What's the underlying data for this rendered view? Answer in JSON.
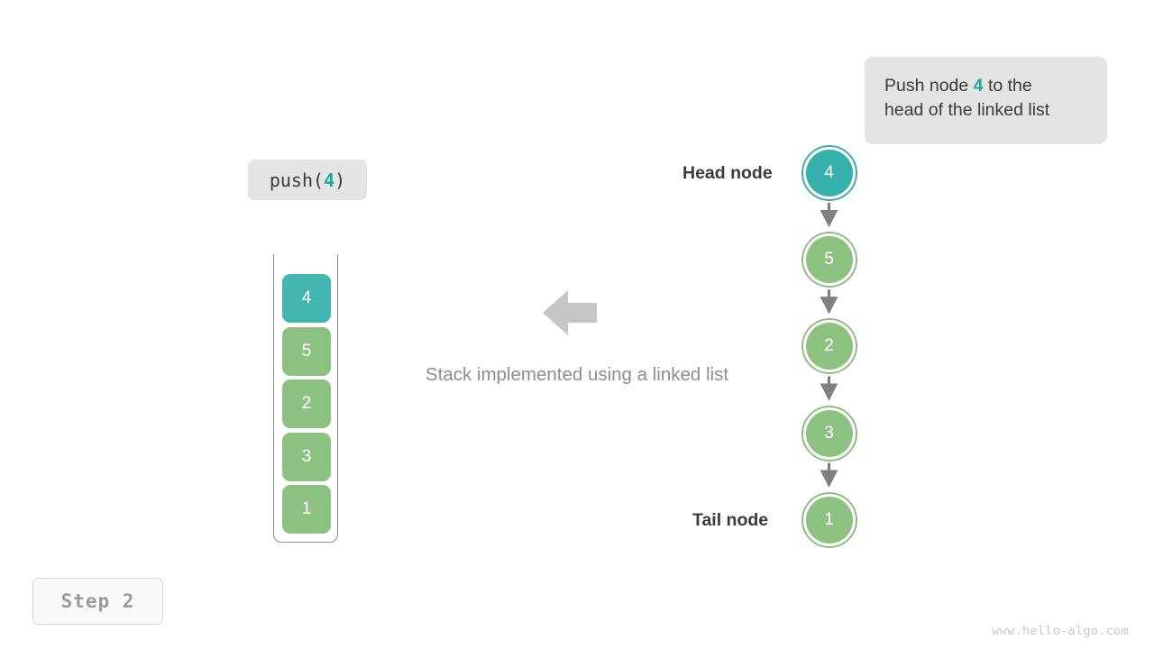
{
  "callout": {
    "line1_prefix": "Push node ",
    "line1_value": "4",
    "line1_suffix": " to the",
    "line2": "head of the linked list",
    "bg_color": "#e4e4e4",
    "accent_color": "#23a39c"
  },
  "push_chip": {
    "prefix": "push(",
    "value": "4",
    "suffix": ")"
  },
  "stack": {
    "cells": [
      {
        "value": "4",
        "color": "#44b6b0",
        "highlight": true
      },
      {
        "value": "5",
        "color": "#8cc182",
        "highlight": false
      },
      {
        "value": "2",
        "color": "#8cc182",
        "highlight": false
      },
      {
        "value": "3",
        "color": "#8cc182",
        "highlight": false
      },
      {
        "value": "1",
        "color": "#8cc182",
        "highlight": false
      }
    ]
  },
  "arrow": {
    "direction": "left",
    "color": "#c6c6c6"
  },
  "caption": {
    "text": "Stack implemented using a linked list",
    "color": "#8d8d8d"
  },
  "linked_list": {
    "head_label": "Head node",
    "tail_label": "Tail node",
    "nodes": [
      {
        "value": "4",
        "color": "#36b0ab",
        "ring_color": "#3fb0a8",
        "highlight": true
      },
      {
        "value": "5",
        "color": "#8cc182",
        "ring_color": "#8cc182",
        "highlight": false
      },
      {
        "value": "2",
        "color": "#8cc182",
        "ring_color": "#8cc182",
        "highlight": false
      },
      {
        "value": "3",
        "color": "#8cc182",
        "ring_color": "#8cc182",
        "highlight": false
      },
      {
        "value": "1",
        "color": "#8cc182",
        "ring_color": "#8cc182",
        "highlight": false
      }
    ],
    "edge_color": "#808080"
  },
  "step_badge": {
    "label": "Step 2"
  },
  "watermark": {
    "text": "www.hello-algo.com"
  }
}
